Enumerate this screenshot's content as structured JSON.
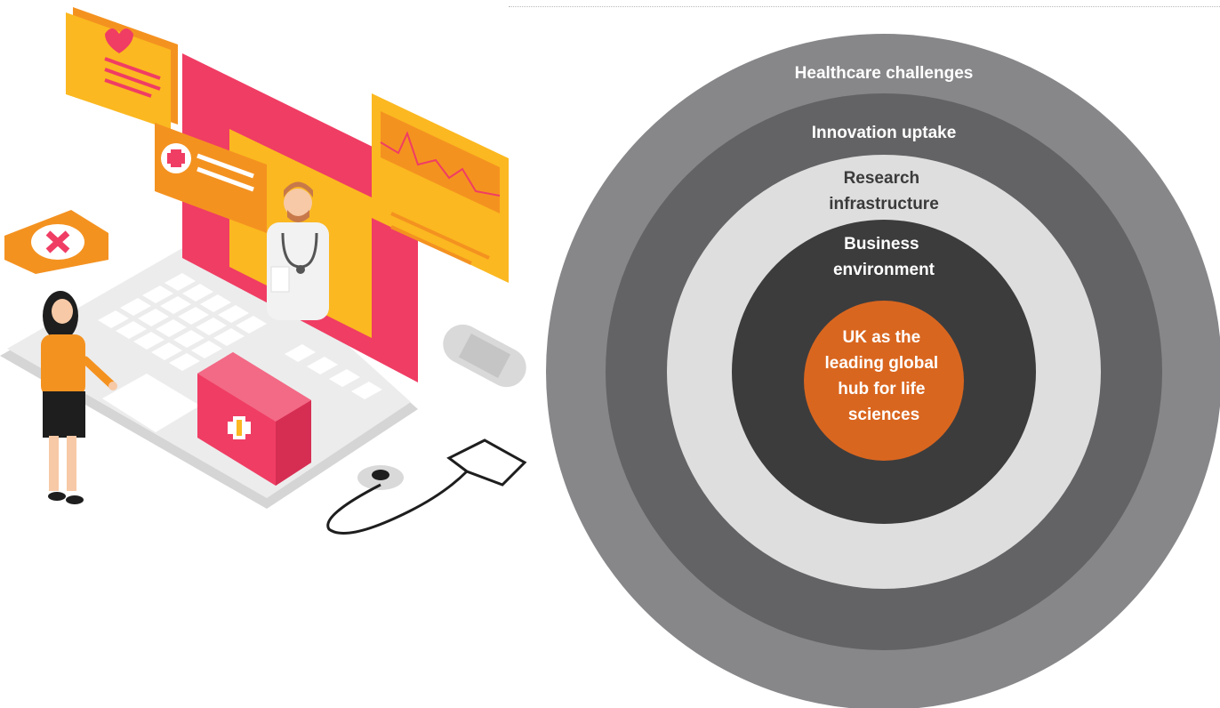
{
  "diagram": {
    "rings": [
      {
        "label_lines": [
          "Healthcare challenges"
        ],
        "color": "#87878a"
      },
      {
        "label_lines": [
          "Innovation uptake"
        ],
        "color": "#636365"
      },
      {
        "label_lines": [
          "Research",
          "infrastructure"
        ],
        "color": "#dededf"
      },
      {
        "label_lines": [
          "Business",
          "environment"
        ],
        "color": "#3c3c3d"
      }
    ],
    "core": {
      "label_lines": [
        "UK as the",
        "leading global",
        "hub for life",
        "sciences"
      ],
      "color": "#d9661f"
    }
  },
  "illustration": {
    "subject": "telemedicine",
    "icons": [
      "laptop-icon",
      "doctor-icon",
      "patient-icon",
      "heart-icon",
      "medical-cross-icon",
      "ecg-chart-icon",
      "first-aid-kit-icon",
      "bandage-icon",
      "stethoscope-icon",
      "shield-icon"
    ],
    "colors": {
      "pink": "#f03d64",
      "yellow": "#fbb820",
      "orange": "#f49220",
      "laptop_grey": "#e3e3e3"
    }
  }
}
